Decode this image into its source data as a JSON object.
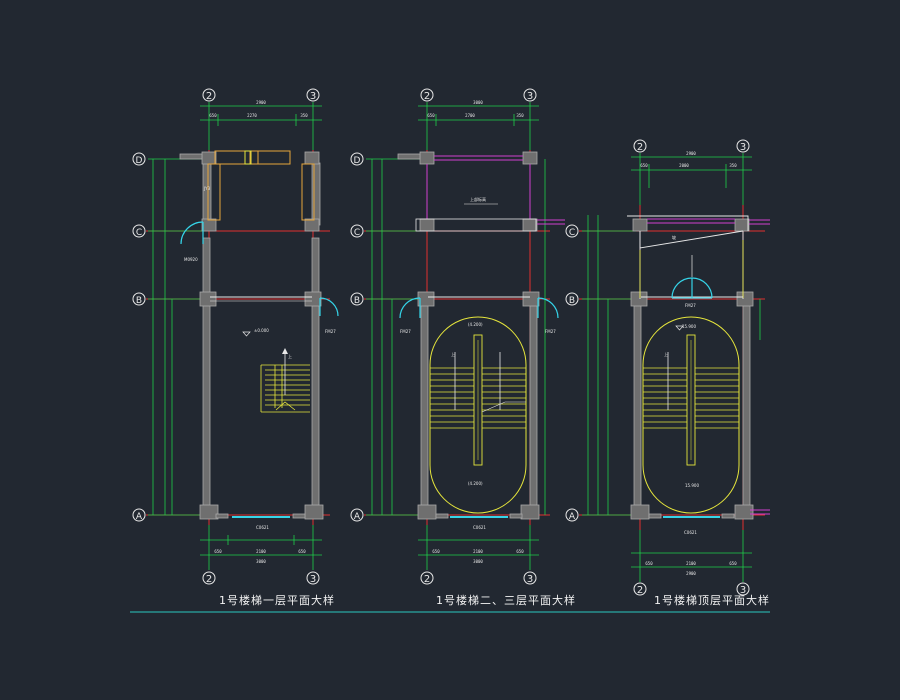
{
  "drawing": {
    "background": "#222831",
    "colors": {
      "grid": "#e8e8e8",
      "axis": "#e03030",
      "dimension": "#1fcf4a",
      "wall": "#9a9a9a",
      "stair": "#e6e63c",
      "door": "#35d4e8",
      "window": "#d040d0",
      "text": "#f3f3f3",
      "baseline": "#2bc8c0"
    },
    "plans": [
      {
        "title": "1号楼梯一层平面大样",
        "axes_top": [
          "2",
          "3"
        ],
        "axes_bottom": [
          "2",
          "3"
        ],
        "rows": [
          "D",
          "C",
          "B",
          "A"
        ],
        "top_dims": {
          "total": "2900",
          "parts": [
            "650",
            "2270",
            "350"
          ]
        },
        "bottom_dims": {
          "total": "3000",
          "parts": [
            "650",
            "2100",
            "650"
          ]
        },
        "labels": {
          "door_left": "M0920",
          "door_right": "FM27",
          "level": "±0.000",
          "up": "上",
          "bottom_window": "C0621",
          "window_top": "JY3"
        }
      },
      {
        "title": "1号楼梯二、三层平面大样",
        "axes_top": [
          "2",
          "3"
        ],
        "axes_bottom": [
          "2",
          "3"
        ],
        "rows": [
          "D",
          "C",
          "B",
          "A"
        ],
        "top_dims": {
          "total": "3000",
          "parts": [
            "650",
            "2700",
            "350"
          ]
        },
        "bottom_dims": {
          "total": "3000",
          "parts": [
            "650",
            "2100",
            "650"
          ]
        },
        "labels": {
          "door_left": "FM27",
          "door_right": "FM27",
          "level_top": "(4.200)",
          "level_bottom": "(4.200)",
          "up": "上",
          "bottom_window": "C0621",
          "note": "上部标高"
        }
      },
      {
        "title": "1号楼梯顶层平面大样",
        "axes_top": [
          "2",
          "3"
        ],
        "axes_bottom": [
          "2",
          "3"
        ],
        "rows": [
          "C",
          "B",
          "A"
        ],
        "top_dims": {
          "total": "2900",
          "parts": [
            "650",
            "2000",
            "350"
          ]
        },
        "bottom_dims": {
          "total": "2900",
          "parts": [
            "650",
            "2100",
            "650"
          ]
        },
        "labels": {
          "door_center": "FM27",
          "level_top": "15.900",
          "level_bottom": "15.900",
          "up": "上",
          "bottom_window": "C0621",
          "slope": "坡"
        }
      }
    ]
  }
}
